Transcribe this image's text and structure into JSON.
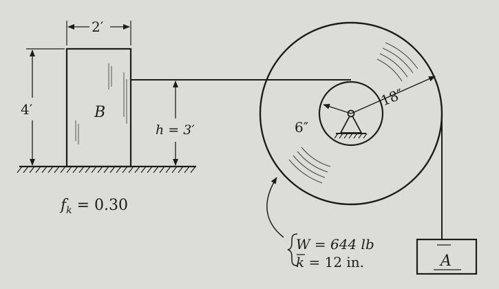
{
  "labels": {
    "block_b": "B",
    "width_dim": "2′",
    "height_dim": "4′",
    "h_dim": "h = 3′",
    "friction": "f",
    "friction_sub": "k",
    "friction_val": " = 0.30",
    "inner_radius": "6″",
    "outer_radius": "18″",
    "weight": "W = 644 lb",
    "gyration_k": "k",
    "gyration_val": " = 12 in.",
    "block_a": "A"
  },
  "colors": {
    "ink": "#1c1c1c",
    "paper": "#dcdcd9"
  }
}
